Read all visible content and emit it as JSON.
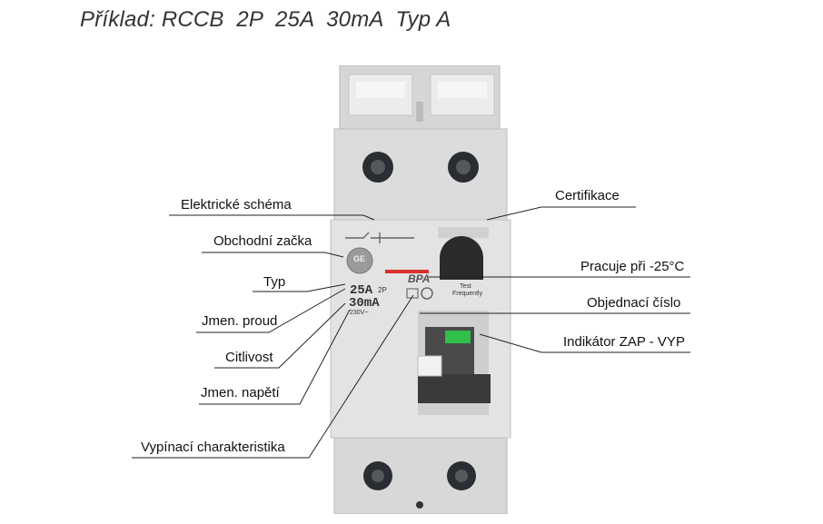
{
  "title": "Příklad: RCCB  2P  25A  30mA  Typ A",
  "labels_left": [
    {
      "id": "elektricke-schema",
      "text": "Elektrické schéma"
    },
    {
      "id": "obchodni-znacka",
      "text": "Obchodní začka"
    },
    {
      "id": "typ",
      "text": "Typ"
    },
    {
      "id": "jmen-proud",
      "text": "Jmen. proud"
    },
    {
      "id": "citlivost",
      "text": "Citlivost"
    },
    {
      "id": "jmen-napeti",
      "text": "Jmen. napětí"
    },
    {
      "id": "vypinaci-charakteristika",
      "text": "Vypínací charakteristika"
    }
  ],
  "labels_right": [
    {
      "id": "certifikace",
      "text": "Certifikace"
    },
    {
      "id": "pracuje",
      "text": "Pracuje při -25°C"
    },
    {
      "id": "objednaci-cislo",
      "text": "Objednací číslo"
    },
    {
      "id": "indikator",
      "text": "Indikátor ZAP - VYP"
    }
  ],
  "device": {
    "rating": "25A",
    "poles": "2P",
    "sensitivity": "30mA",
    "model": "BPA",
    "voltage": "230V~",
    "test_label": "Test",
    "test_sub": "Frequently",
    "brand": "GE",
    "colors": {
      "body": "#dcdcdc",
      "body_shadow": "#bdbdbd",
      "toggle": "#3a3a3a",
      "indicator": "#2fbf4a",
      "red_strip": "#d9302c",
      "test_button": "#2b2b2b"
    }
  }
}
